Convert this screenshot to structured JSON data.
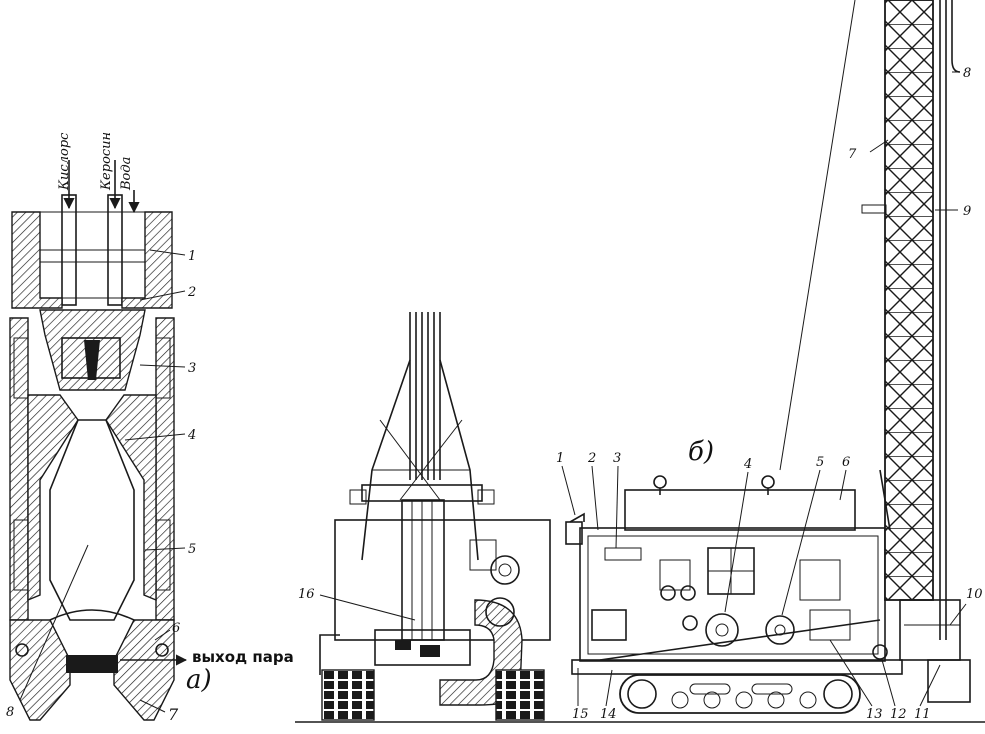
{
  "burner": {
    "inlets": [
      "Кислорс",
      "Керосин",
      "Вода"
    ],
    "outlet_label": "выход пара",
    "sub_label": "а)",
    "callouts": [
      "1",
      "2",
      "3",
      "4",
      "5",
      "6",
      "7",
      "8"
    ]
  },
  "rig": {
    "sub_label": "б)",
    "callouts_top": [
      "1",
      "2",
      "3",
      "4",
      "5",
      "6"
    ],
    "callouts_mast": [
      "7",
      "8",
      "9",
      "10"
    ],
    "callouts_bottom": [
      "11",
      "12",
      "13",
      "14",
      "15"
    ],
    "callout_front": "16"
  }
}
